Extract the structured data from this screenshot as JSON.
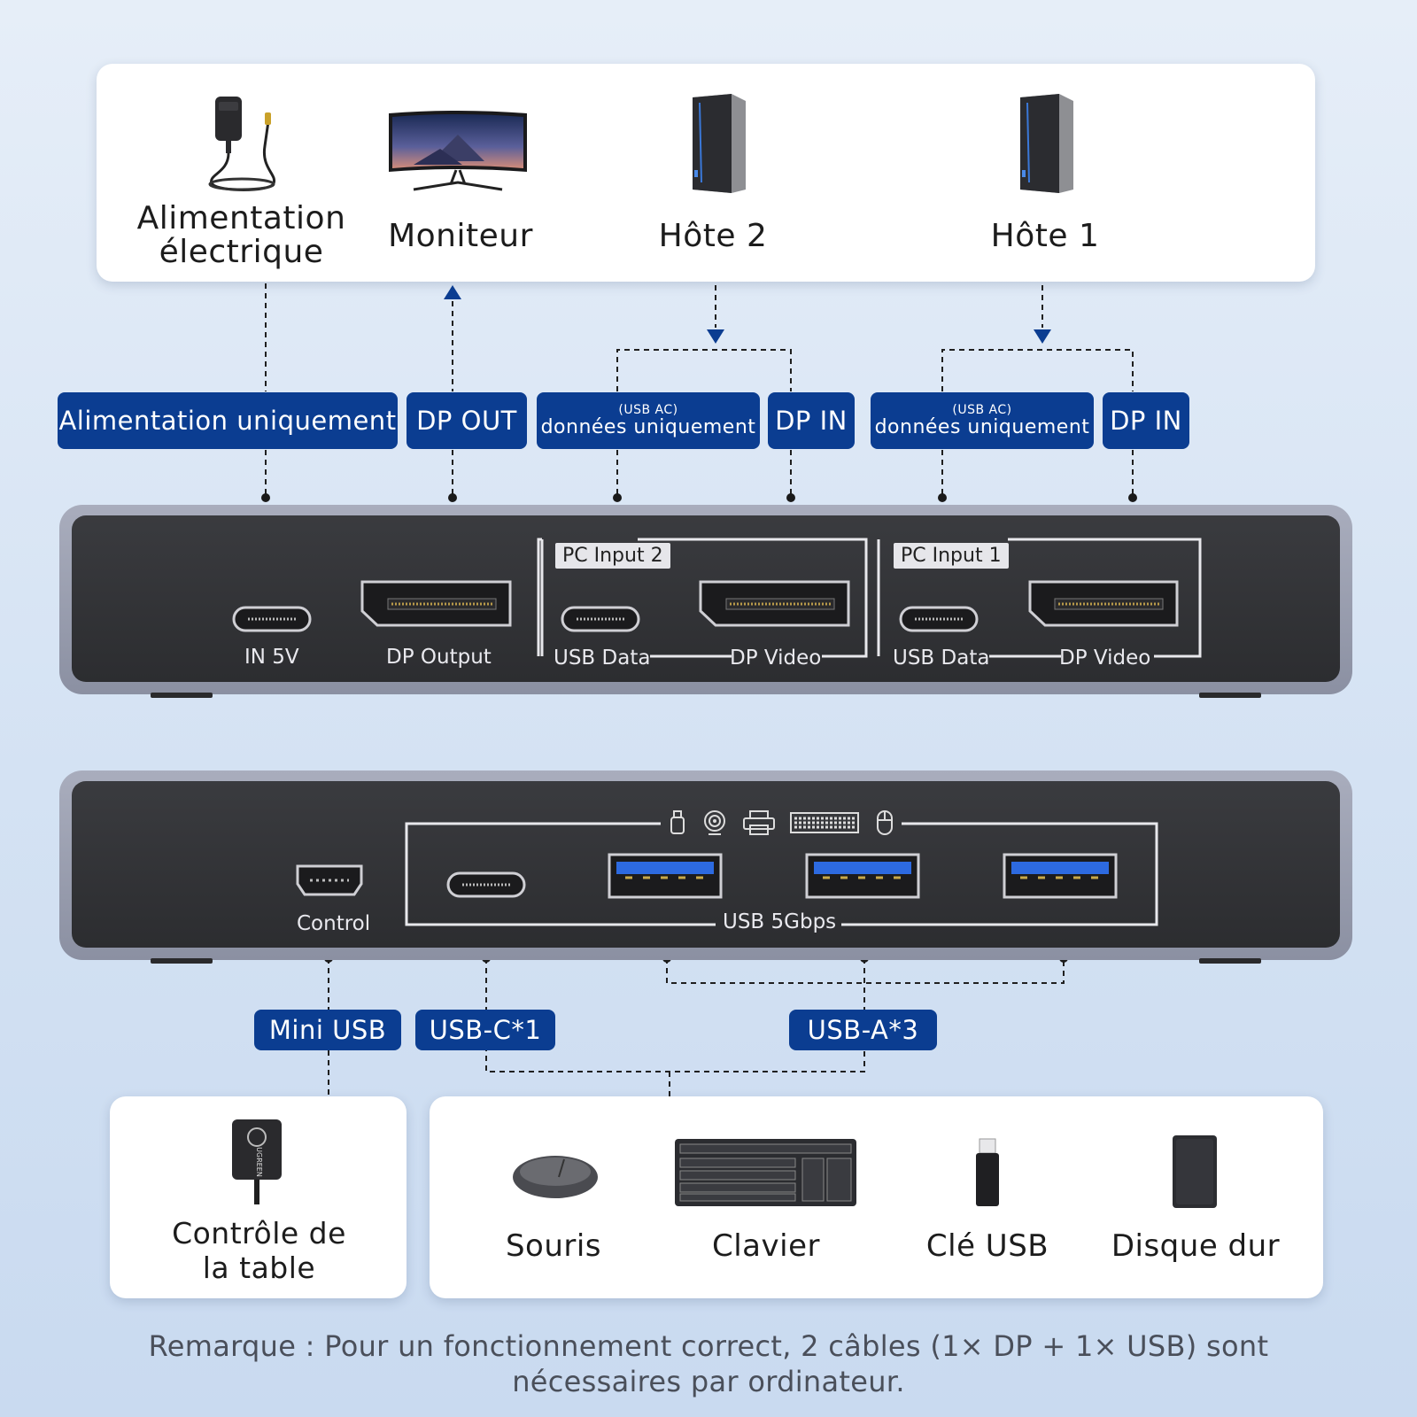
{
  "top_devices": [
    {
      "label": "Alimentation\nélectrique",
      "icon": "power-adapter-icon"
    },
    {
      "label": "Moniteur",
      "icon": "monitor-icon"
    },
    {
      "label": "Hôte 2",
      "icon": "pc-tower-icon"
    },
    {
      "label": "Hôte 1",
      "icon": "pc-tower-icon"
    }
  ],
  "top_badges": {
    "power": "Alimentation uniquement",
    "dp_out": "DP OUT",
    "usb2_small": "(USB AC)",
    "usb2_main": "données uniquement",
    "dp_in_2": "DP IN",
    "usb1_small": "(USB AC)",
    "usb1_main": "données uniquement",
    "dp_in_1": "DP IN"
  },
  "rear_panel": {
    "in5v": "IN 5V",
    "dp_output": "DP Output",
    "pc_input_2": "PC Input 2",
    "pc_input_1": "PC Input 1",
    "usb_data": "USB Data",
    "dp_video": "DP Video"
  },
  "front_panel": {
    "control": "Control",
    "usb_speed": "USB 5Gbps",
    "peripheral_icons": [
      "usb-stick-icon",
      "webcam-icon",
      "printer-icon",
      "keyboard-icon",
      "mouse-icon"
    ]
  },
  "bottom_badges": {
    "mini_usb": "Mini USB",
    "usb_c": "USB-C*1",
    "usb_a": "USB-A*3"
  },
  "bottom_devices": {
    "control": {
      "label": "Contrôle de\nla table",
      "icon": "desk-controller-icon",
      "brand": "UGREEN"
    },
    "items": [
      {
        "label": "Souris",
        "icon": "mouse-icon"
      },
      {
        "label": "Clavier",
        "icon": "keyboard-icon"
      },
      {
        "label": "Clé USB",
        "icon": "usb-stick-icon"
      },
      {
        "label": "Disque dur",
        "icon": "hard-drive-icon"
      }
    ]
  },
  "note": {
    "line1": "Remarque : Pour un fonctionnement correct, 2 câbles (1× DP + 1× USB) sont",
    "line2": "nécessaires par ordinateur."
  },
  "colors": {
    "accent": "#0b3d91",
    "device_face": "#2f3033",
    "device_frame": "#9a9eb0"
  }
}
